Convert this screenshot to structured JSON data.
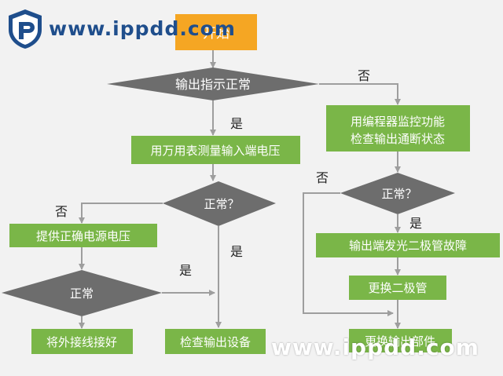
{
  "watermark": {
    "top": "www.ippdd.com",
    "bottom": "www.ippdd.com"
  },
  "colors": {
    "start": "#f5a623",
    "process": "#7ab648",
    "decision": "#6d6d6d",
    "arrow": "#9e9e9e",
    "text_light": "#ffffff",
    "text_dark": "#222222",
    "watermark": "#1f4e8c"
  },
  "nodes": {
    "start": "开始",
    "output_ok": "输出指示正常",
    "measure_input": "用万用表测量输入端电压",
    "normal_q1": "正常？",
    "provide_voltage": "提供正确电源电压",
    "normal_2": "正常",
    "reconnect": "将外接线接好",
    "check_output_device": "检查输出设备",
    "programmer_line1": "用编程器监控功能",
    "programmer_line2": "检查输出通断状态",
    "normal_q2": "正常？",
    "led_fault": "输出端发光二极管故障",
    "replace_diode": "更换二极管",
    "replace_output": "更换输出部件"
  },
  "edges": {
    "yes": "是",
    "no": "否"
  }
}
